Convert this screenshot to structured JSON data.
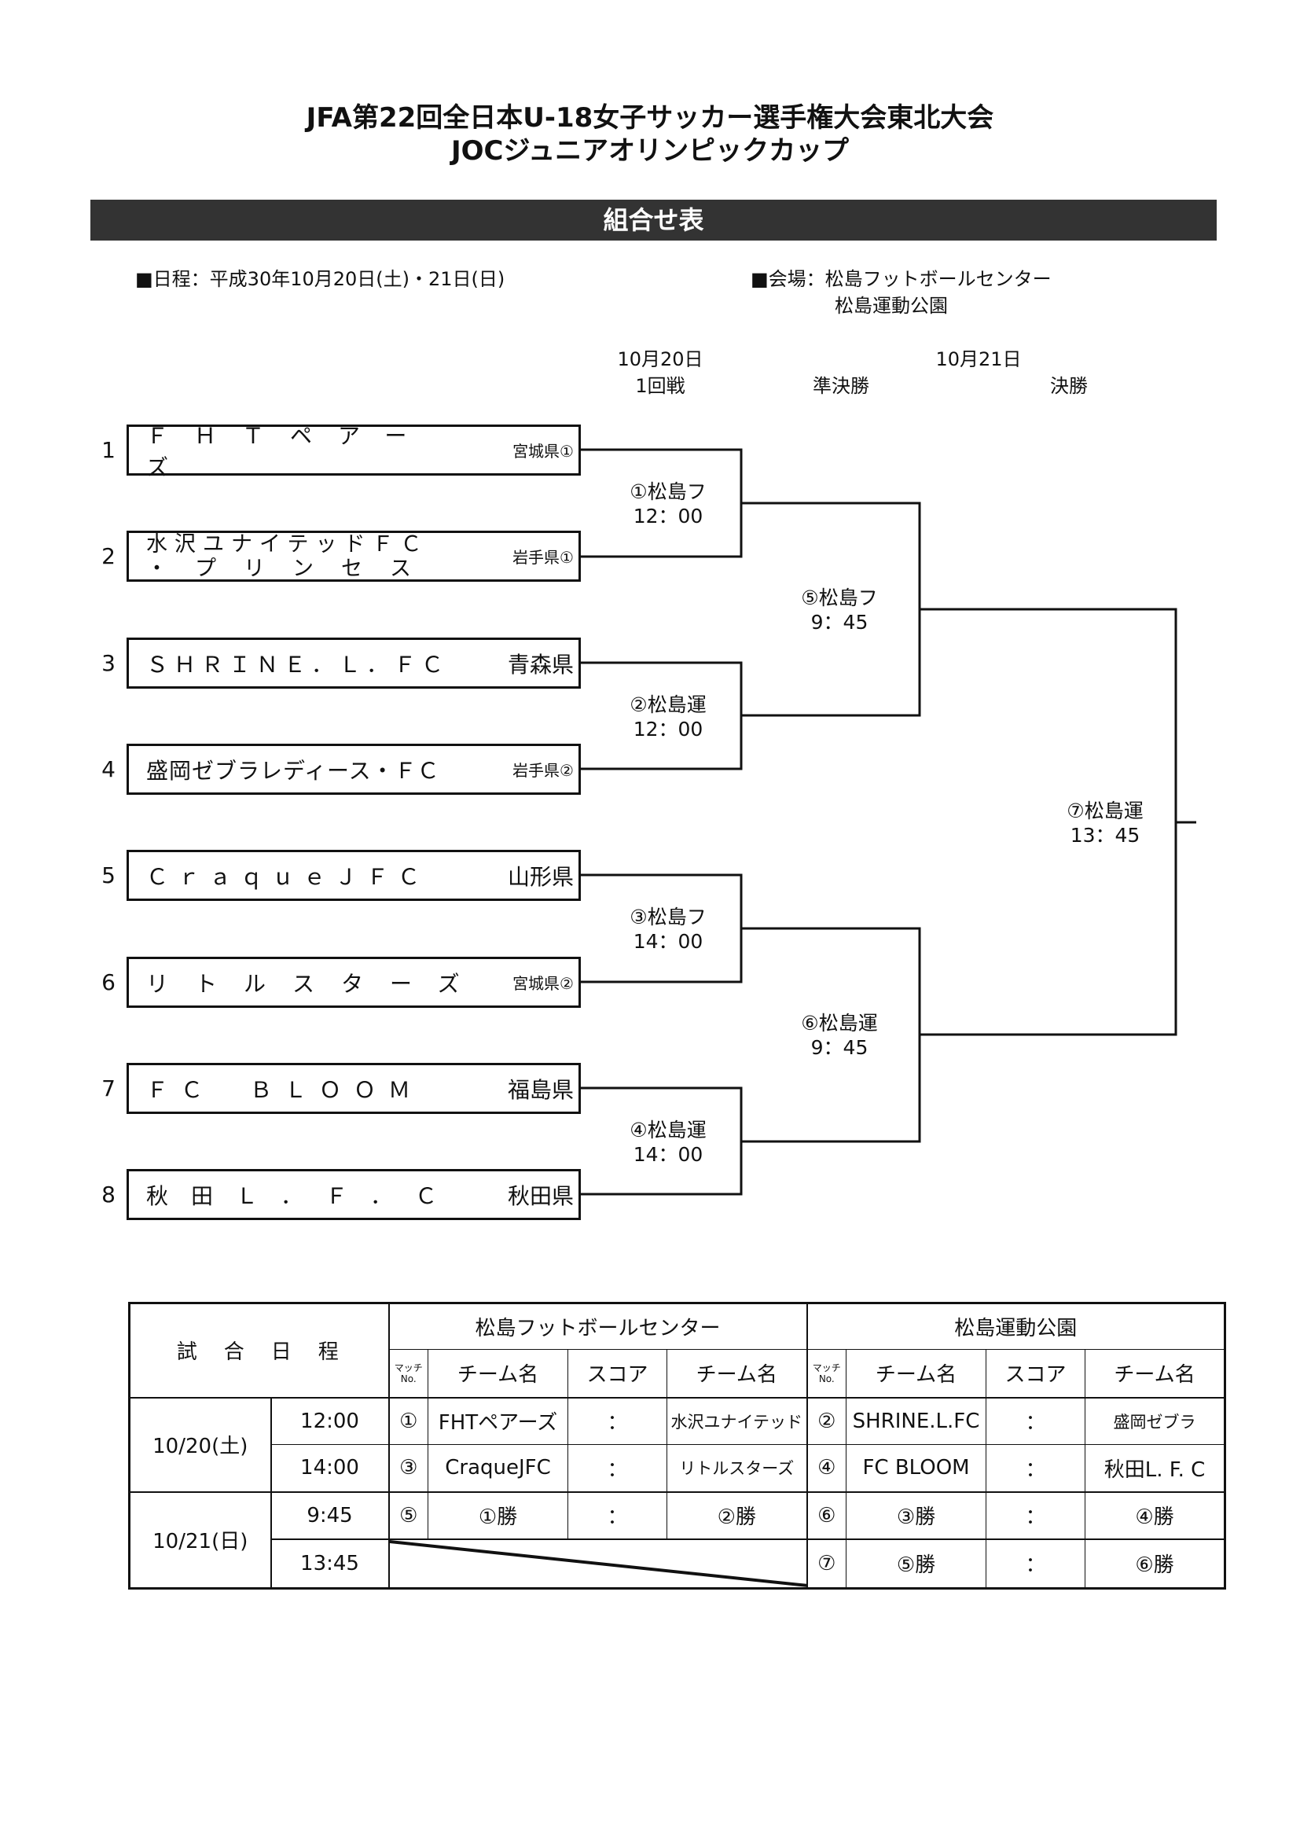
{
  "header": {
    "title_line1": "JFA第22回全日本U-18女子サッカー選手権大会東北大会",
    "title_line2": "JOCジュニアオリンピックカップ",
    "banner": "組合せ表"
  },
  "info": {
    "schedule": "■日程：平成30年10月20日(土)・21日(日)",
    "venue_label": "■会場：松島フットボールセンター",
    "venue_second": "松島運動公園"
  },
  "rounds": {
    "day1_date": "10月20日",
    "day1_round": "1回戦",
    "semi": "準決勝",
    "day2_date": "10月21日",
    "final": "決勝"
  },
  "teams": [
    {
      "seed": "1",
      "name": "ＦＨＴペアーズ",
      "pref": "宮城県①"
    },
    {
      "seed": "2",
      "name": "水沢ユナイテッドＦＣ",
      "name2": "・プリンセス",
      "pref": "岩手県①"
    },
    {
      "seed": "3",
      "name": "ＳＨＲＩＮＥ．Ｌ．ＦＣ",
      "pref": "青森県"
    },
    {
      "seed": "4",
      "name": "盛岡ゼブラレディース・ＦＣ",
      "pref": "岩手県②"
    },
    {
      "seed": "5",
      "name": "ＣｒａｑｕｅＪＦＣ",
      "pref": "山形県"
    },
    {
      "seed": "6",
      "name": "リトルスターズ",
      "pref": "宮城県②"
    },
    {
      "seed": "7",
      "name": "ＦＣ　ＢＬＯＯＭ",
      "pref": "福島県"
    },
    {
      "seed": "8",
      "name": "秋田Ｌ．Ｆ．Ｃ",
      "pref": "秋田県"
    }
  ],
  "matches": [
    {
      "label": "①松島フ",
      "time": "12：00"
    },
    {
      "label": "②松島運",
      "time": "12：00"
    },
    {
      "label": "③松島フ",
      "time": "14：00"
    },
    {
      "label": "④松島運",
      "time": "14：00"
    },
    {
      "label": "⑤松島フ",
      "time": "9：45"
    },
    {
      "label": "⑥松島運",
      "time": "9：45"
    },
    {
      "label": "⑦松島運",
      "time": "13：45"
    }
  ],
  "schedule_table": {
    "header_title": "試　合　日　程",
    "venue_a": "松島フットボールセンター",
    "venue_b": "松島運動公園",
    "match_no_label_1": "マッチ",
    "match_no_label_2": "No.",
    "col_team": "チーム名",
    "col_score": "スコア",
    "days": [
      {
        "date": "10/20(土)",
        "times": [
          "12:00",
          "14:00"
        ]
      },
      {
        "date": "10/21(日)",
        "times": [
          "9:45",
          "13:45"
        ]
      }
    ],
    "rows": [
      {
        "a_no": "①",
        "a_home": "FHTペアーズ",
        "a_score": "：",
        "a_away": "水沢ユナイテッド",
        "b_no": "②",
        "b_home": "SHRINE.L.FC",
        "b_score": "：",
        "b_away": "盛岡ゼブラ"
      },
      {
        "a_no": "③",
        "a_home": "CraqueJFC",
        "a_score": "：",
        "a_away": "リトルスターズ",
        "b_no": "④",
        "b_home": "FC BLOOM",
        "b_score": "：",
        "b_away": "秋田L. F. C"
      },
      {
        "a_no": "⑤",
        "a_home": "①勝",
        "a_score": "：",
        "a_away": "②勝",
        "b_no": "⑥",
        "b_home": "③勝",
        "b_score": "：",
        "b_away": "④勝"
      },
      {
        "b_no": "⑦",
        "b_home": "⑤勝",
        "b_score": "：",
        "b_away": "⑥勝"
      }
    ]
  }
}
